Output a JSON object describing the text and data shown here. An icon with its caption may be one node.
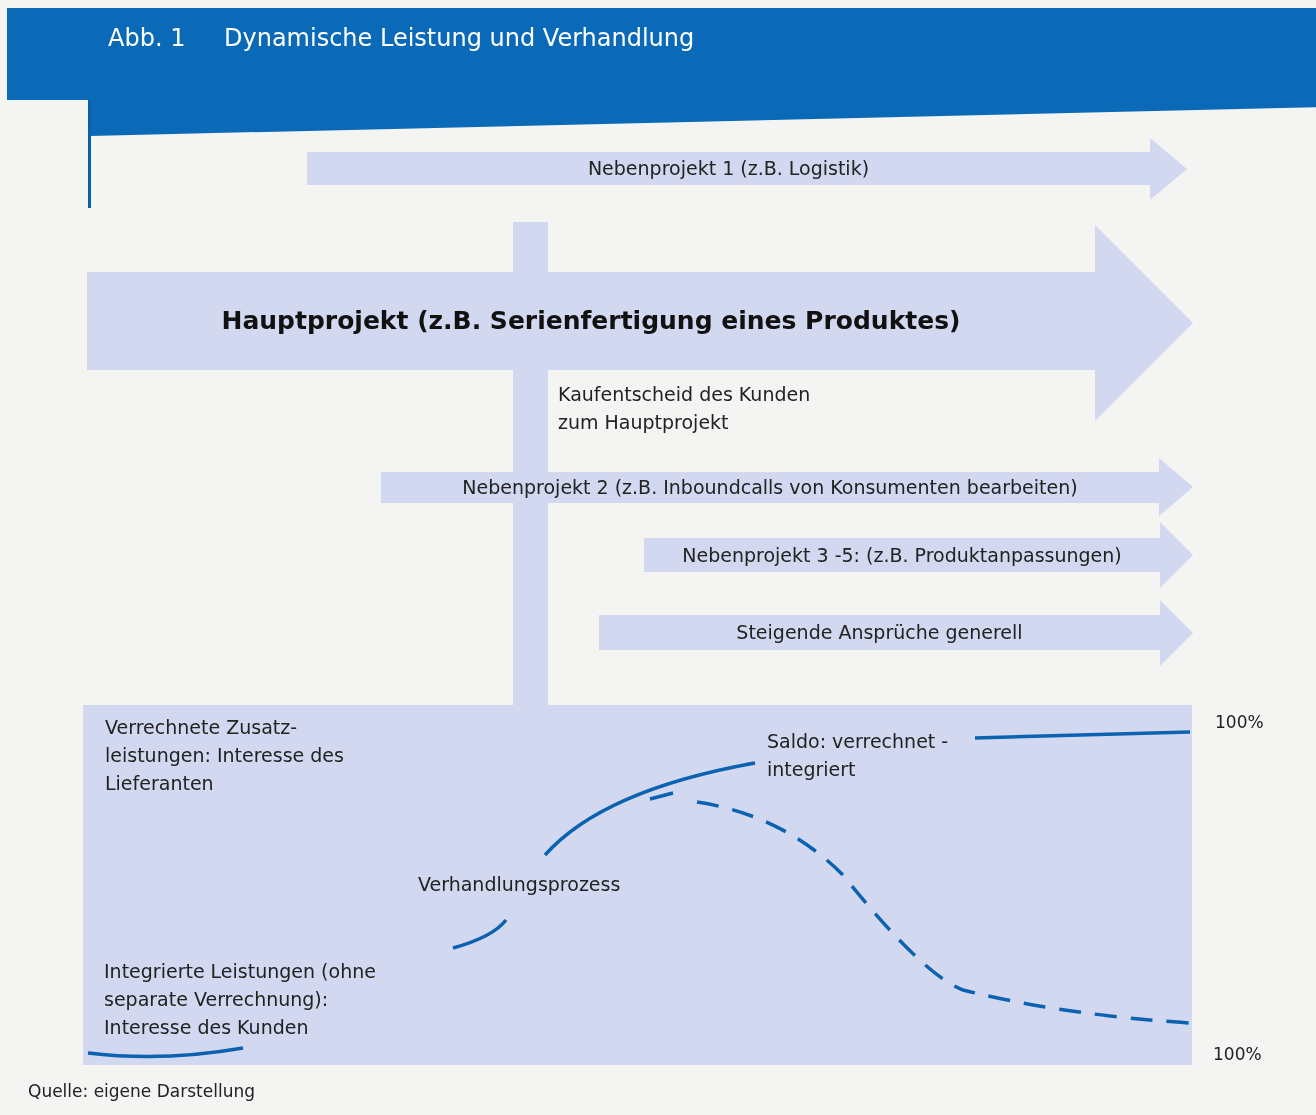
{
  "diagram": {
    "title": "Dynamische Leistung und Verhandlung",
    "caption": "Quelle: eigene Darstellung",
    "nodes": [
      {
        "text": [
          "Nebenprojekt 1 (z.B. Logistik)"
        ]
      },
      {
        "text": [
          "Hauptprojekt (z.B. Serienfertigung eines Produktes)"
        ]
      },
      {
        "text": [
          "Nebenprojekt 2 (z.B. Inboundcalls von Konsumenten bearbeiten)"
        ]
      },
      {
        "text": [
          "Nebenprojekt 3 -5: (z.B. Produktanpassungen)"
        ]
      },
      {
        "text": [
          "Steigende Ansprüche generell"
        ]
      },
      {
        "text": [
          "Verrechnete Zusatz- leistungen: Interesse des Lieferanten",
          "Saldo: verrechnet - integriert",
          "Verhandlungsprozess",
          "Integrierte Leistungen (ohne separate Verrechnung): Interesse des Kunden"
        ]
      },
      {
        "text": [],
        "shape": "bar"
      }
    ],
    "labels": [
      "Abb. 1",
      "Kaufentscheid des Kunden zum Hauptprojekt",
      "100%",
      "100%"
    ]
  }
}
